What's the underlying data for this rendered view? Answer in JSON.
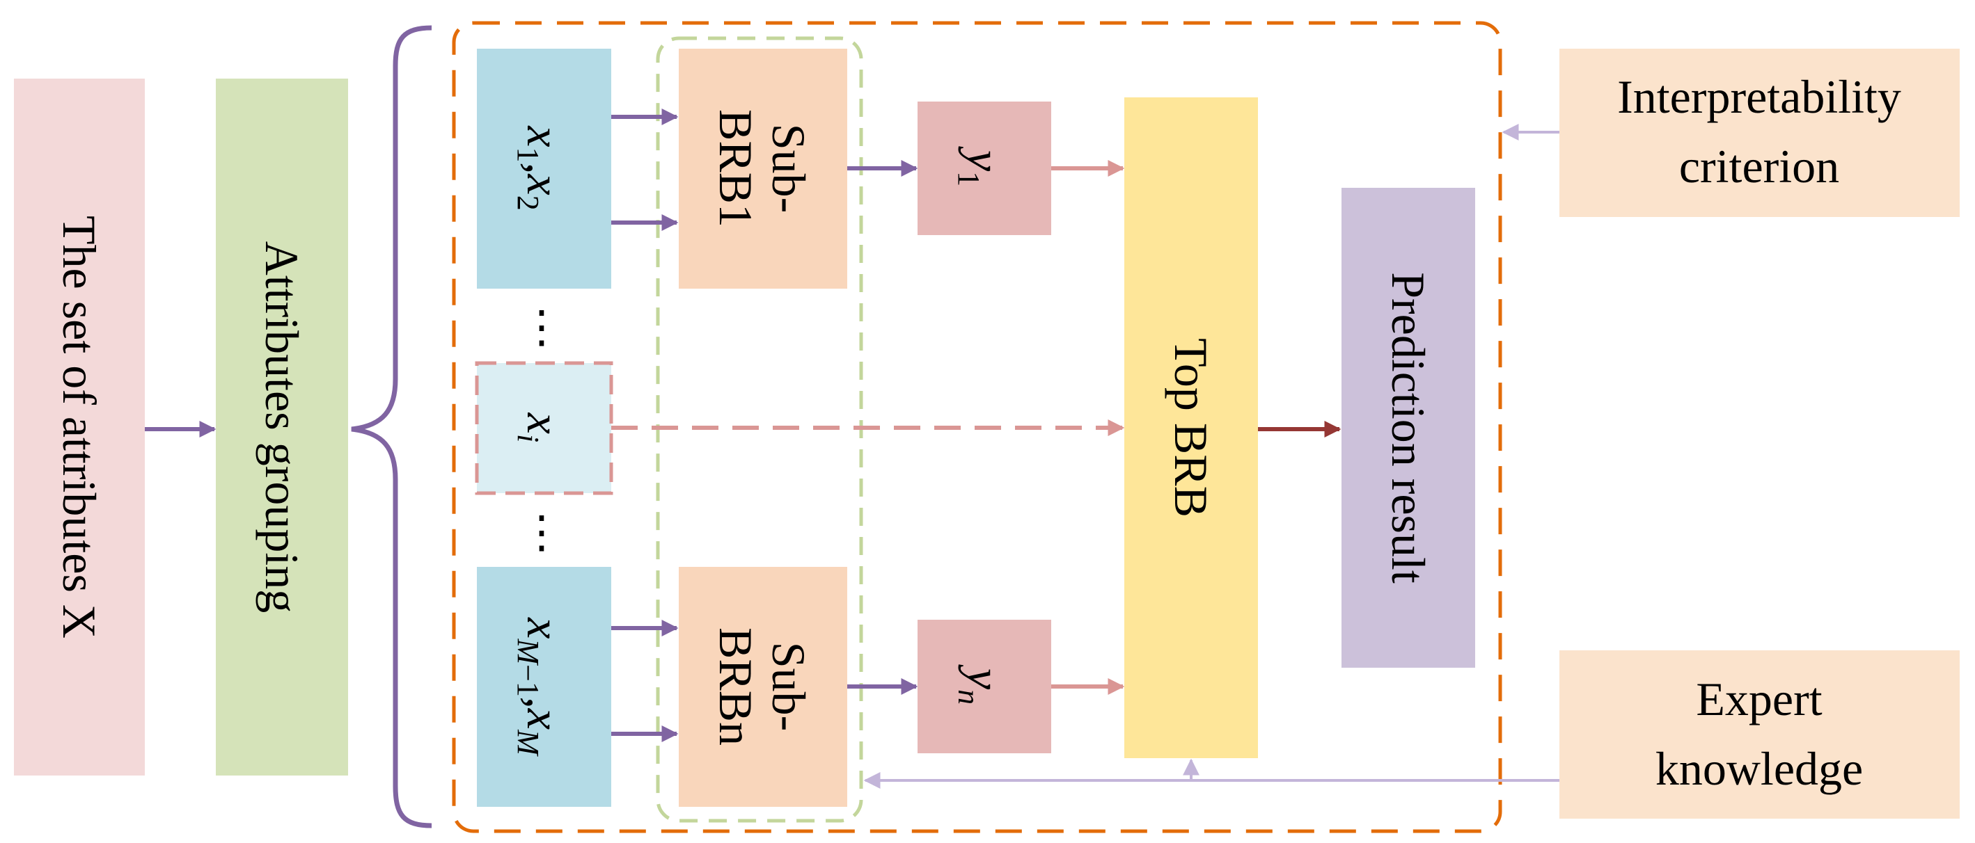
{
  "diagram": {
    "attribute_set": {
      "label": "The set of attributes X"
    },
    "grouping": {
      "label": "Attributes grouping"
    },
    "inputs": {
      "group1": {
        "x": "x",
        "s1": "1",
        "comma": ",",
        "x2": "x",
        "s2": "2"
      },
      "single": {
        "x": "x",
        "s": "i"
      },
      "groupM": {
        "x": "x",
        "s1": "M",
        "s1b": "−1",
        "comma": ",",
        "x2": "x",
        "s2": "M"
      },
      "dots": "⋮"
    },
    "sub_brb_1": {
      "line1": "Sub-",
      "line2": "BRB1"
    },
    "sub_brb_n": {
      "line1": "Sub-",
      "line2": "BRBn"
    },
    "outputs": {
      "y1": {
        "y": "y",
        "s": "1"
      },
      "yn": {
        "y": "y",
        "s": "n"
      }
    },
    "top_brb": {
      "label": "Top BRB"
    },
    "prediction": {
      "label": "Prediction result"
    },
    "interpretability": {
      "line1": "Interpretability",
      "line2": "criterion"
    },
    "expert": {
      "line1": "Expert",
      "line2": "knowledge"
    }
  },
  "colors": {
    "attribute_set": "#f3d9d9",
    "grouping": "#d5e3b9",
    "input_blue": "#b4dbe6",
    "input_light": "#dbeef3",
    "sub_brb": "#f9d6bb",
    "output": "#e6b8b7",
    "top_brb": "#fee699",
    "prediction": "#ccc1da",
    "side_box": "#fbe3cc",
    "purple": "#8064a2",
    "salmon": "#da9694",
    "dark_red": "#953734",
    "orange_dash": "#e36c09",
    "green_dash": "#c3d69b",
    "lavender": "#c3b5d9"
  }
}
